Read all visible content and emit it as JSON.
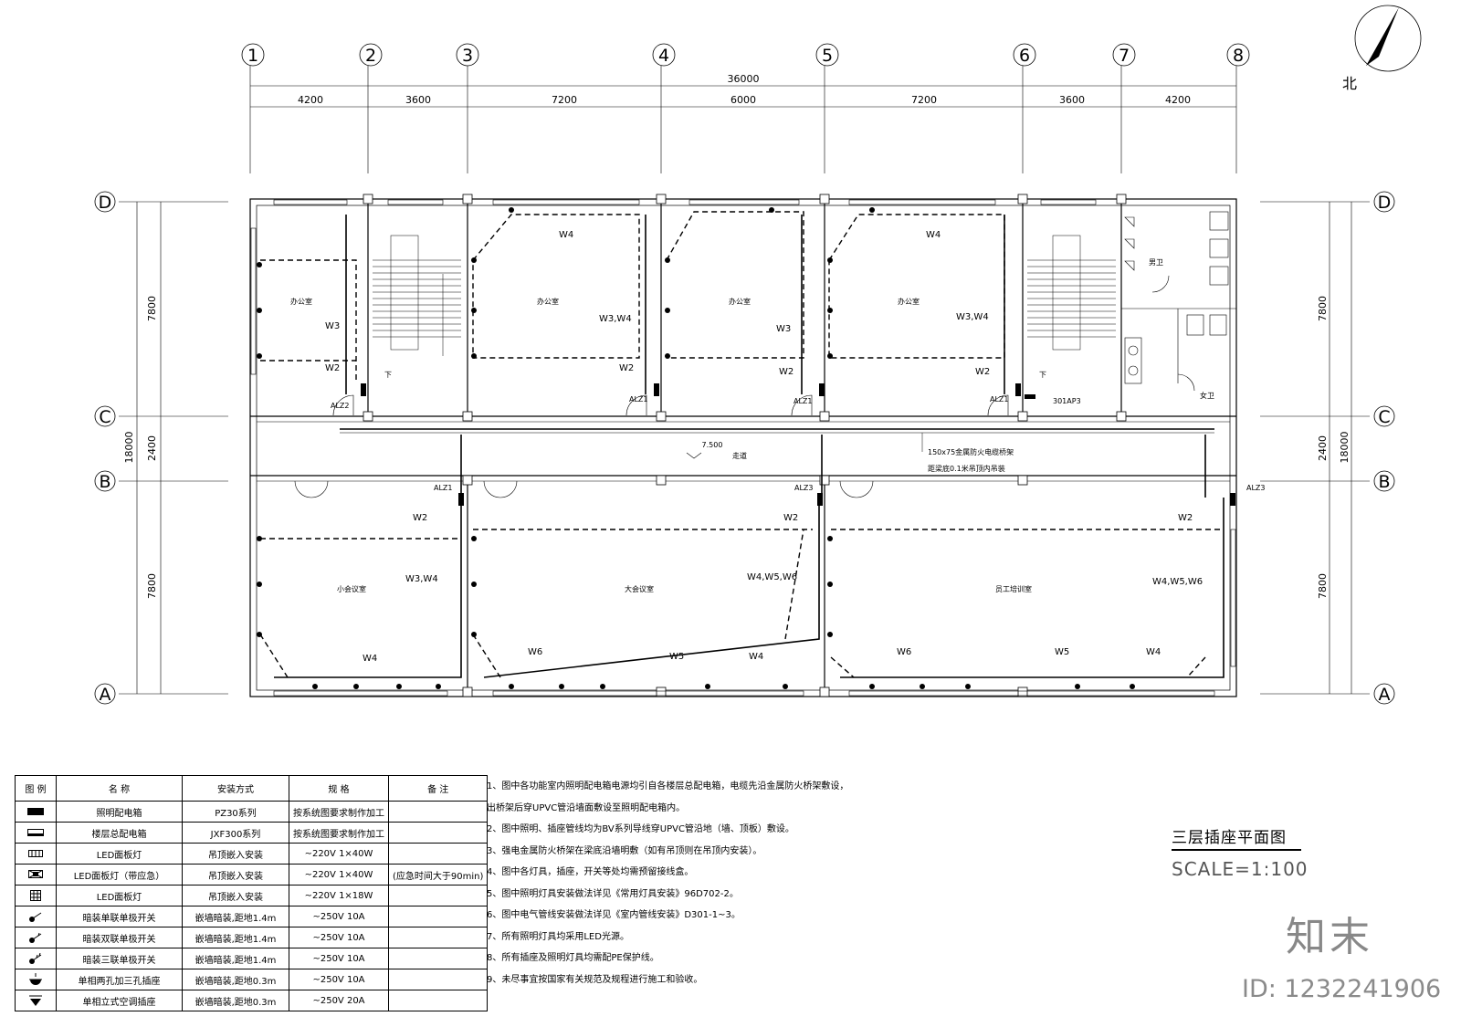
{
  "axes": {
    "columns": [
      "1",
      "2",
      "3",
      "4",
      "5",
      "6",
      "7",
      "8"
    ],
    "rows": [
      "D",
      "C",
      "B",
      "A"
    ]
  },
  "dimensions": {
    "total": "36000",
    "bays": [
      "4200",
      "3600",
      "7200",
      "6000",
      "7200",
      "3600",
      "4200"
    ],
    "left_rows": [
      "7800",
      "2400",
      "7800"
    ],
    "left_total": "18000",
    "right_rows": [
      "7800",
      "2400",
      "7800"
    ],
    "right_total": "18000"
  },
  "rooms": {
    "office": "办公室",
    "male_wc": "男卫",
    "female_wc": "女卫",
    "corridor": "走道",
    "corridor_level": "7.500",
    "small_meeting": "小会议室",
    "large_meeting": "大会议室",
    "staff_training": "员工培训室",
    "stair_down": "下"
  },
  "circuits": {
    "w2": "W2",
    "w3": "W3",
    "w4": "W4",
    "w5": "W5",
    "w6": "W6",
    "w3w4": "W3,W4",
    "w4w5w6": "W4,W5,W6"
  },
  "panels": {
    "alz1": "ALZ1",
    "alz2": "ALZ2",
    "alz3": "ALZ3",
    "ap": "301AP3"
  },
  "tray": {
    "line1": "150x75金属防火电缆桥架",
    "line2": "距梁底0.1米吊顶内吊装"
  },
  "north": "北",
  "legend": {
    "headers": [
      "图 例",
      "名  称",
      "安装方式",
      "规  格",
      "备  注"
    ],
    "rows": [
      {
        "icon": "lighting-panel-icon",
        "name": "照明配电箱",
        "mount": "PZ30系列",
        "spec": "按系统图要求制作加工",
        "note": ""
      },
      {
        "icon": "floor-panel-icon",
        "name": "楼层总配电箱",
        "mount": "JXF300系列",
        "spec": "按系统图要求制作加工",
        "note": ""
      },
      {
        "icon": "led-panel-icon",
        "name": "LED面板灯",
        "mount": "吊顶嵌入安装",
        "spec": "~220V 1×40W",
        "note": ""
      },
      {
        "icon": "emergency-led-icon",
        "name": "LED面板灯（带应急）",
        "mount": "吊顶嵌入安装",
        "spec": "~220V 1×40W",
        "note": "(应急时间大于90min)"
      },
      {
        "icon": "led-small-panel-icon",
        "name": "LED面板灯",
        "mount": "吊顶嵌入安装",
        "spec": "~220V 1×18W",
        "note": ""
      },
      {
        "icon": "single-switch-icon",
        "name": "暗装单联单极开关",
        "mount": "嵌墙暗装,距地1.4m",
        "spec": "~250V 10A",
        "note": ""
      },
      {
        "icon": "double-switch-icon",
        "name": "暗装双联单极开关",
        "mount": "嵌墙暗装,距地1.4m",
        "spec": "~250V 10A",
        "note": ""
      },
      {
        "icon": "triple-switch-icon",
        "name": "暗装三联单极开关",
        "mount": "嵌墙暗装,距地1.4m",
        "spec": "~250V 10A",
        "note": ""
      },
      {
        "icon": "socket-icon",
        "name": "单相两孔加三孔插座",
        "mount": "嵌墙暗装,距地0.3m",
        "spec": "~250V 10A",
        "note": ""
      },
      {
        "icon": "ac-socket-icon",
        "name": "单相立式空调插座",
        "mount": "嵌墙暗装,距地0.3m",
        "spec": "~250V 20A",
        "note": ""
      }
    ]
  },
  "notes": [
    "1、图中各功能室内照明配电箱电源均引自各楼层总配电箱，电缆先沿金属防火桥架敷设，",
    "出桥架后穿UPVC管沿墙面敷设至照明配电箱内。",
    "2、图中照明、插座管线均为BV系列导线穿UPVC管沿地（墙、顶板）敷设。",
    "3、强电金属防火桥架在梁底沿墙明敷（如有吊顶则在吊顶内安装）。",
    "4、图中各灯具，插座，开关等处均需预留接线盒。",
    "5、图中照明灯具安装做法详见《常用灯具安装》96D702-2。",
    "6、图中电气管线安装做法详见《室内管线安装》D301-1~3。",
    "7、所有照明灯具均采用LED光源。",
    "8、所有插座及照明灯具均需配PE保护线。",
    "9、未尽事宜按国家有关规范及规程进行施工和验收。"
  ],
  "title": "三层插座平面图",
  "scale": "SCALE=1:100",
  "brand": "知末",
  "image_id": "ID: 1232241906"
}
